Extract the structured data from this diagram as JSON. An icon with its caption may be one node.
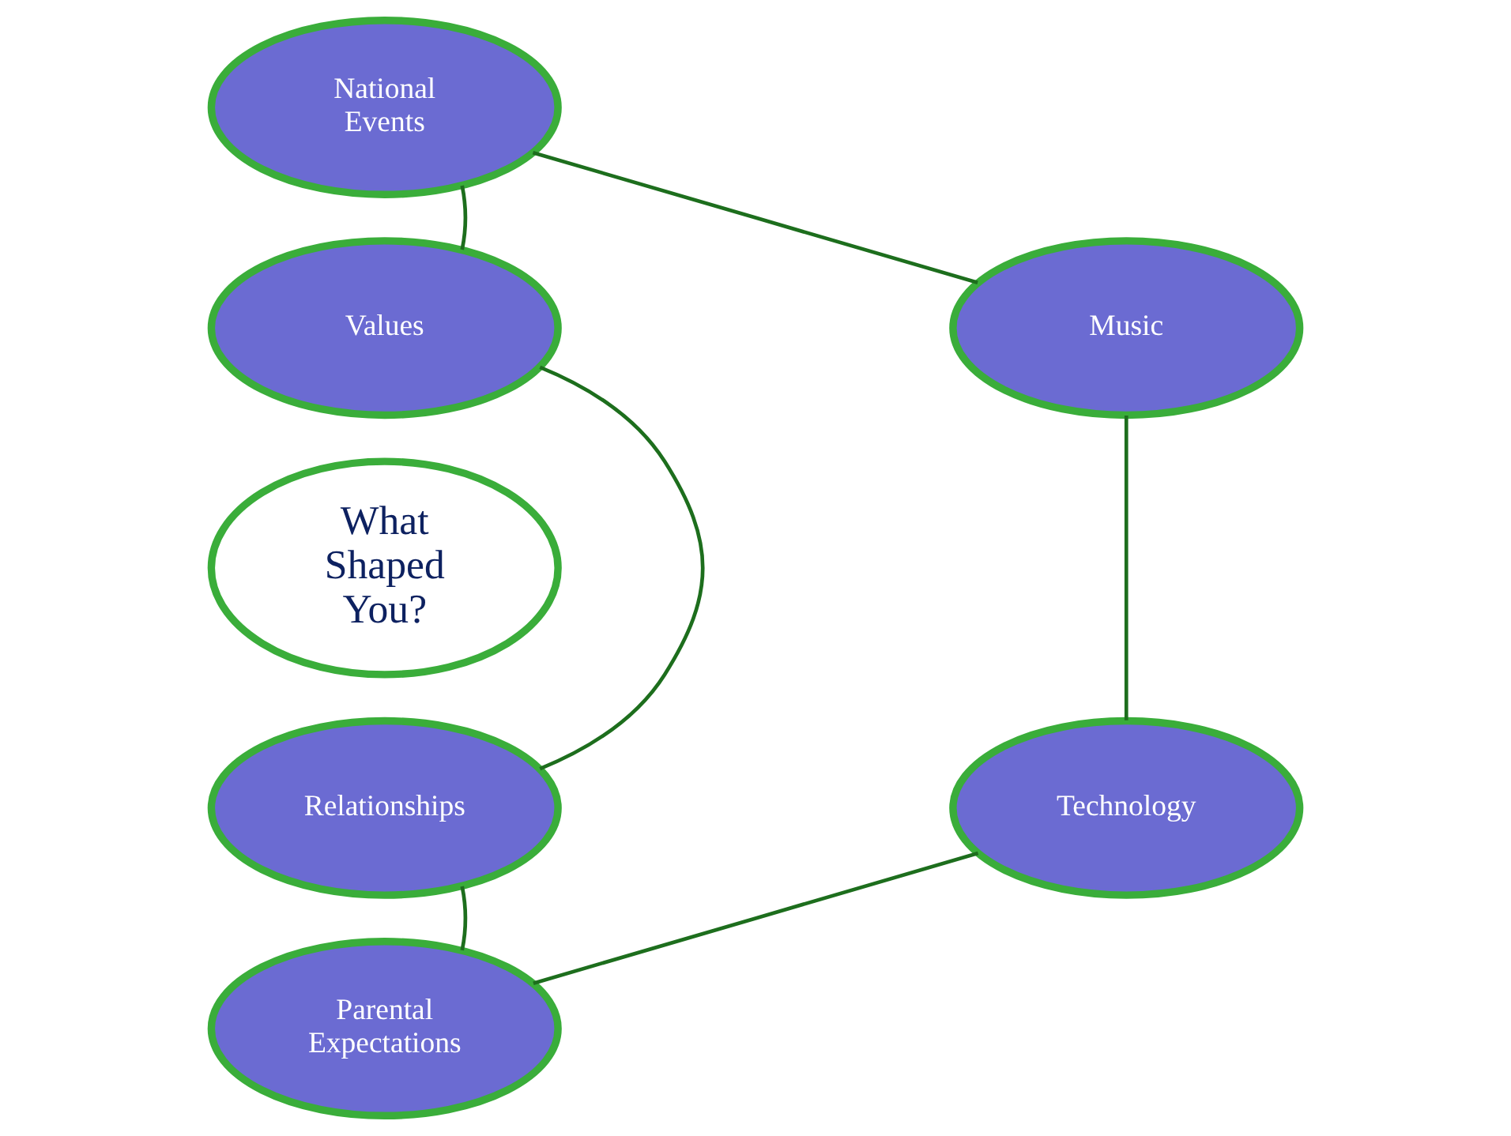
{
  "diagram": {
    "nodes": [
      {
        "text": [
          "National Events"
        ]
      },
      {
        "text": [
          "Values"
        ]
      },
      {
        "text": [
          "Music"
        ]
      },
      {
        "text": [
          "What Shaped You?"
        ]
      },
      {
        "text": [
          "Relationships"
        ]
      },
      {
        "text": [
          "Technology"
        ]
      },
      {
        "text": [
          "Parental Expectations"
        ]
      }
    ],
    "edges": [
      {
        "from": 0,
        "to": 2,
        "arrow": "none"
      },
      {
        "from": 2,
        "to": 5,
        "arrow": "none"
      },
      {
        "from": 5,
        "to": 6,
        "arrow": "none"
      },
      {
        "from": 6,
        "to": 4,
        "arrow": "none"
      },
      {
        "from": 4,
        "to": 1,
        "arrow": "none"
      },
      {
        "from": 1,
        "to": 0,
        "arrow": "none"
      }
    ]
  }
}
